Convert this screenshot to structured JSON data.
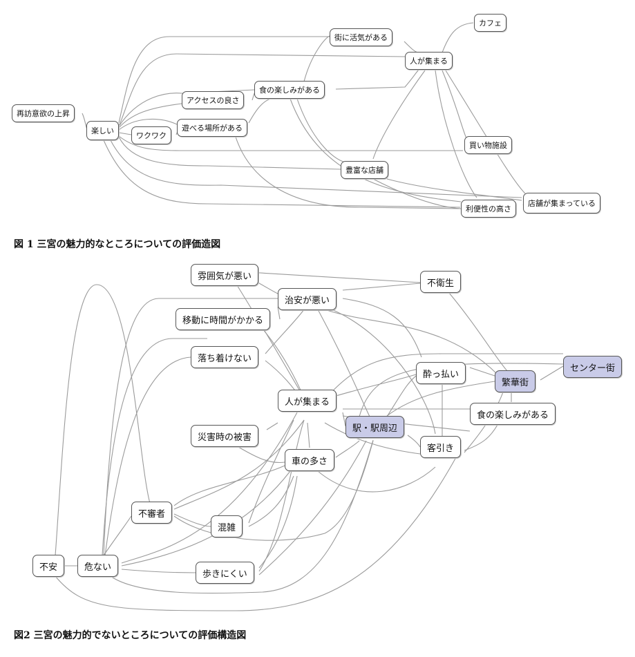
{
  "figure1": {
    "caption": "図 1 三宮の魅力的なところについての評価造図",
    "nodes": {
      "cafe": "カフェ",
      "lively": "街に活気がある",
      "crowd": "人が集まる",
      "access": "アクセスの良さ",
      "food": "食の楽しみがある",
      "revisit": "再訪意欲の上昇",
      "fun": "楽しい",
      "exciting": "ワクワク",
      "playplace": "遊べる場所がある",
      "shopping": "買い物施設",
      "stores": "豊富な店舗",
      "convenience": "利便性の高さ",
      "gathered": "店舗が集まっている"
    }
  },
  "figure2": {
    "caption": "図2 三宮の魅力的でないところについての評価構造図",
    "nodes": {
      "atmosphere": "雰囲気が悪い",
      "unsanitary": "不衛生",
      "security": "治安が悪い",
      "travel": "移動に時間がかかる",
      "restless": "落ち着けない",
      "drunk": "酔っ払い",
      "center": "センター街",
      "downtown": "繁華街",
      "crowd": "人が集まる",
      "disaster": "災害時の被害",
      "station": "駅・駅周辺",
      "food": "食の楽しみがある",
      "touts": "客引き",
      "cars": "車の多さ",
      "suspicious": "不審者",
      "congestion": "混雑",
      "anxiety": "不安",
      "danger": "危ない",
      "hardwalk": "歩きにくい"
    },
    "highlight_color": "#c9cbe8"
  }
}
